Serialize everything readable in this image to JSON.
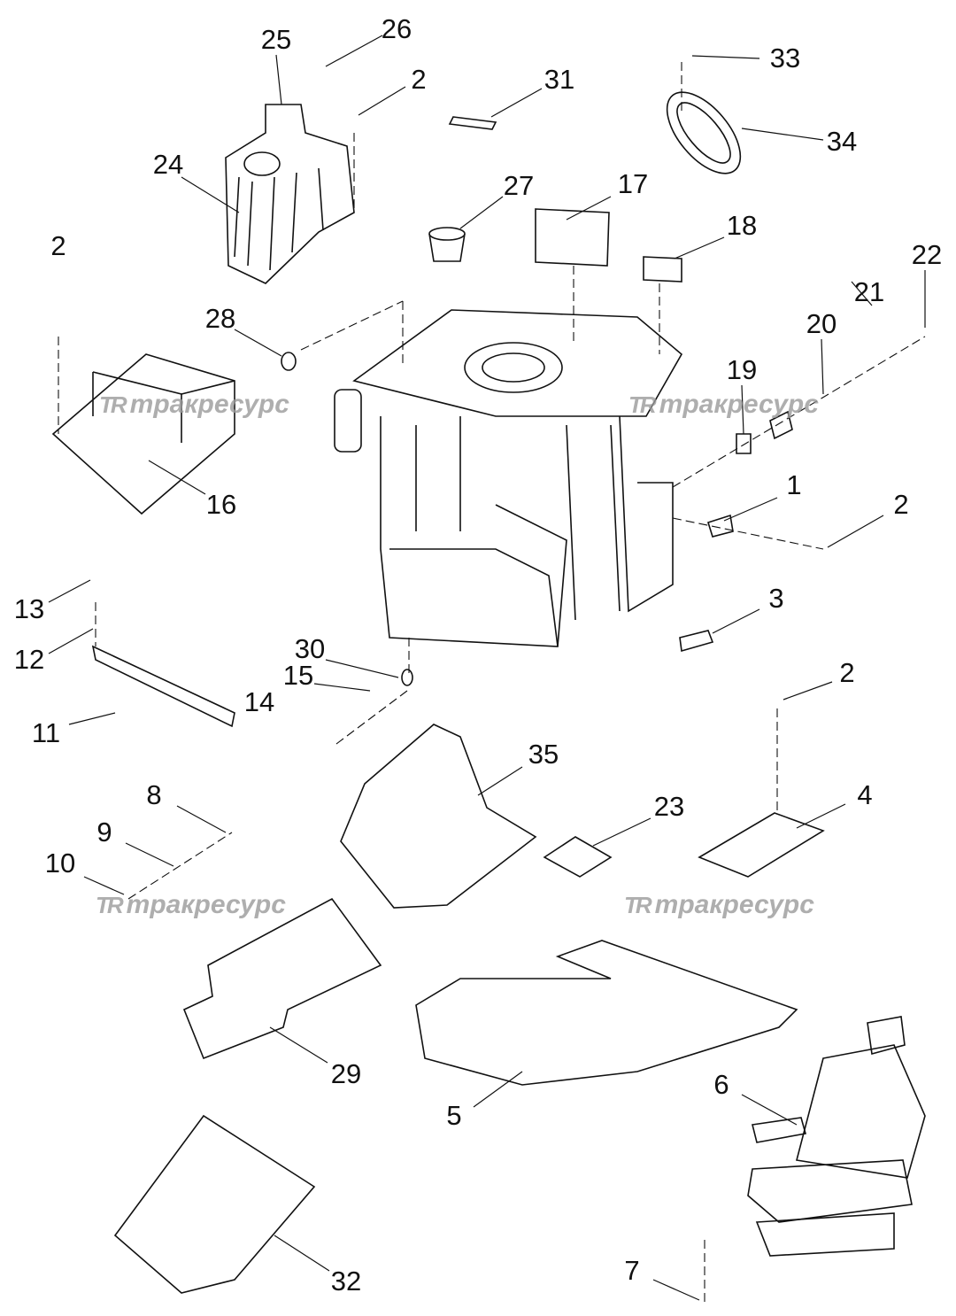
{
  "watermark": {
    "logo": "TR",
    "text": "тракресурс"
  },
  "callouts": [
    "25",
    "26",
    "2",
    "31",
    "33",
    "34",
    "24",
    "27",
    "17",
    "18",
    "22",
    "2",
    "21",
    "28",
    "20",
    "19",
    "16",
    "1",
    "2",
    "13",
    "3",
    "12",
    "30",
    "15",
    "2",
    "14",
    "11",
    "35",
    "8",
    "4",
    "23",
    "9",
    "10",
    "29",
    "6",
    "5",
    "7",
    "32"
  ]
}
